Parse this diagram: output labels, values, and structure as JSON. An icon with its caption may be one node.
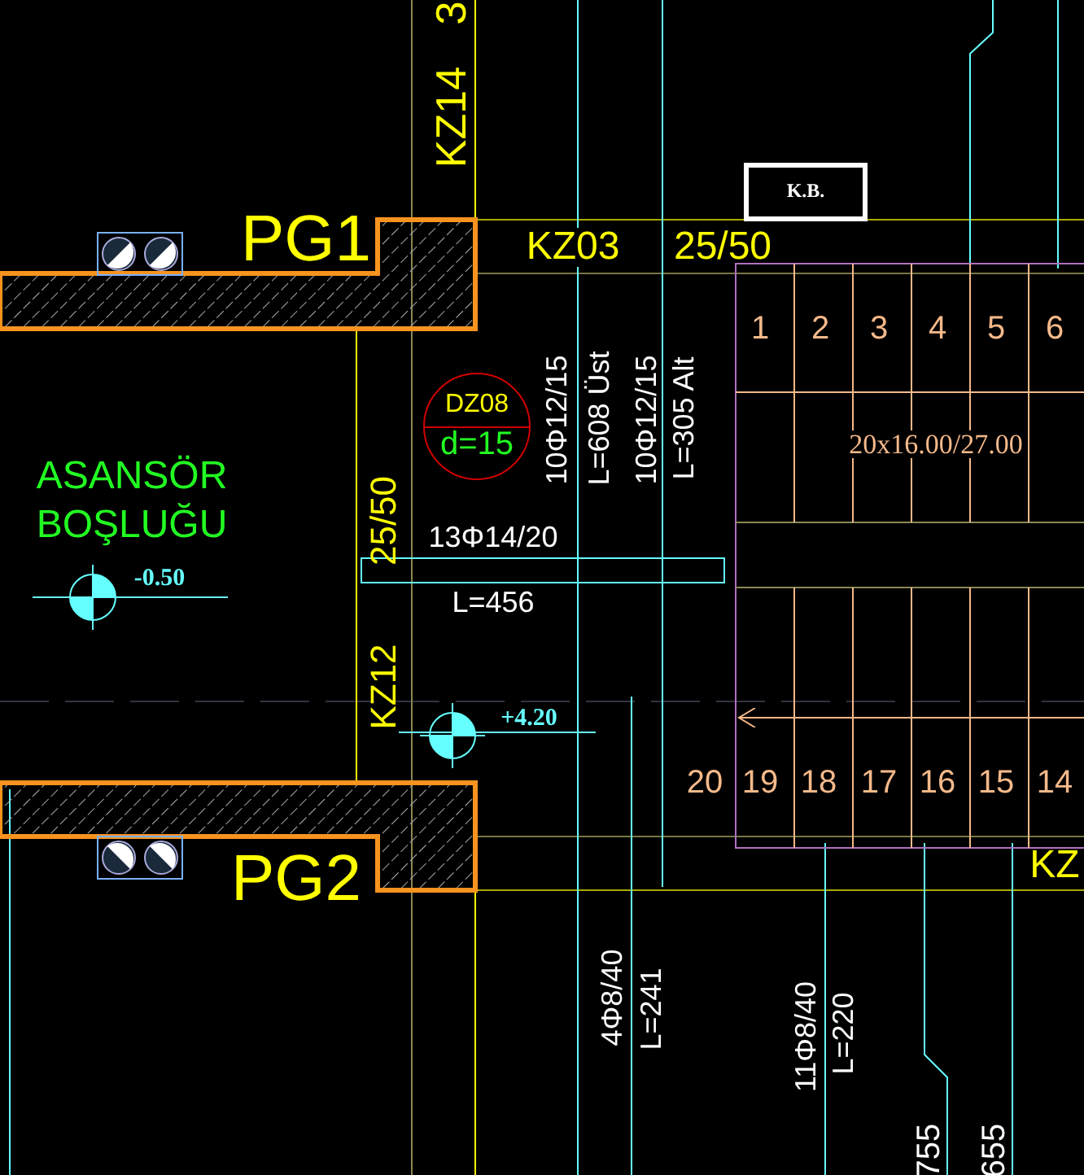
{
  "diagram": {
    "nodes": [
      {
        "text": [
          "DZ08",
          "d=15"
        ]
      },
      {
        "text": [
          "K.B."
        ]
      }
    ],
    "labels": [
      "3",
      "KZ14",
      "PG1",
      "KZ03",
      "25/50",
      "1",
      "2",
      "3",
      "4",
      "5",
      "6",
      "10Φ12/15",
      "L=608 Üst",
      "10Φ12/15",
      "L=305 Alt",
      "20x16.00/27.00",
      "ASANSÖR BOŞLUĞU",
      "25/50",
      "13Φ14/20",
      "-0.50",
      "L=456",
      "KZ12",
      "+4.20",
      "20",
      "19",
      "18",
      "17",
      "16",
      "15",
      "14",
      "PG2",
      "KZ",
      "4Φ8/40",
      "L=241",
      "11Φ8/40",
      "L=220",
      "755",
      "655"
    ]
  }
}
